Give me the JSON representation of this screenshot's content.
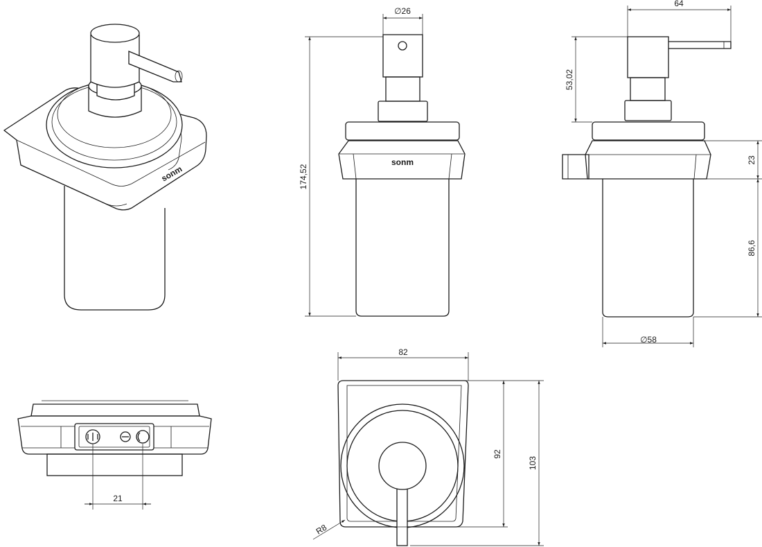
{
  "brand_mark": "sonm",
  "dimensions": {
    "cap_diameter": "∅26",
    "lever_length": "64",
    "total_height": "174,52",
    "pump_height": "53,02",
    "holder_height": "23",
    "glass_height": "86,6",
    "glass_diameter": "∅58",
    "base_width": "82",
    "base_height_inner": "92",
    "base_height_outer": "103",
    "corner_radius": "R8",
    "hole_spacing": "21"
  }
}
